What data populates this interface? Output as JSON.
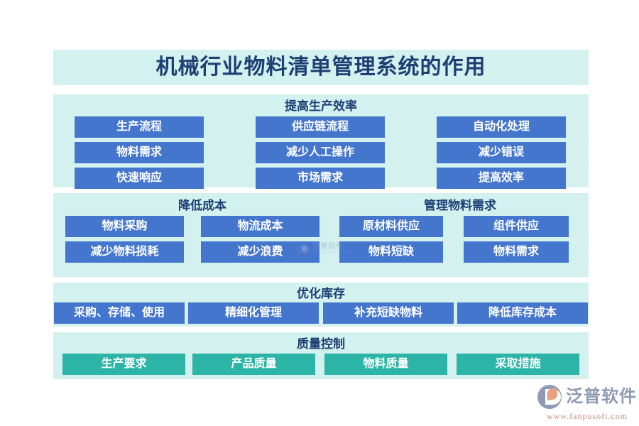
{
  "page": {
    "background_color": "#ffffff",
    "panel_color": "#d3f1ef",
    "heading_color": "#1d3f73",
    "box_blue": "#4576ce",
    "box_teal": "#2cb5a7"
  },
  "title": {
    "text": "机械行业物料清单管理系统的作用"
  },
  "sections": [
    {
      "id": "improve-production-efficiency",
      "heading": "提高生产效率",
      "color": "blue",
      "items": [
        "生产流程",
        "供应链流程",
        "自动化处理",
        "物料需求",
        "减少人工操作",
        "减少错误",
        "快速响应",
        "市场需求",
        "提高效率"
      ]
    },
    {
      "id": "reduce-cost-and-manage-demand",
      "headings": [
        "降低成本",
        "管理物料需求"
      ],
      "color": "blue",
      "items": [
        "物料采购",
        "物流成本",
        "原材料供应",
        "组件供应",
        "减少物料损耗",
        "减少浪费",
        "物料短缺",
        "物料需求"
      ]
    },
    {
      "id": "optimize-inventory",
      "heading": "优化库存",
      "color": "blue",
      "items": [
        "采购、存储、使用",
        "精细化管理",
        "补充短缺物料",
        "降低库存成本"
      ]
    },
    {
      "id": "quality-control",
      "heading": "质量控制",
      "color": "teal",
      "items": [
        "生产要求",
        "产品质量",
        "物料质量",
        "采取措施"
      ]
    }
  ],
  "watermark": {
    "cn": "泛普软件",
    "en": "FANPU SOFTWARE"
  },
  "brand": {
    "name": "泛普软件",
    "url": "www.fanpusoft.com"
  }
}
